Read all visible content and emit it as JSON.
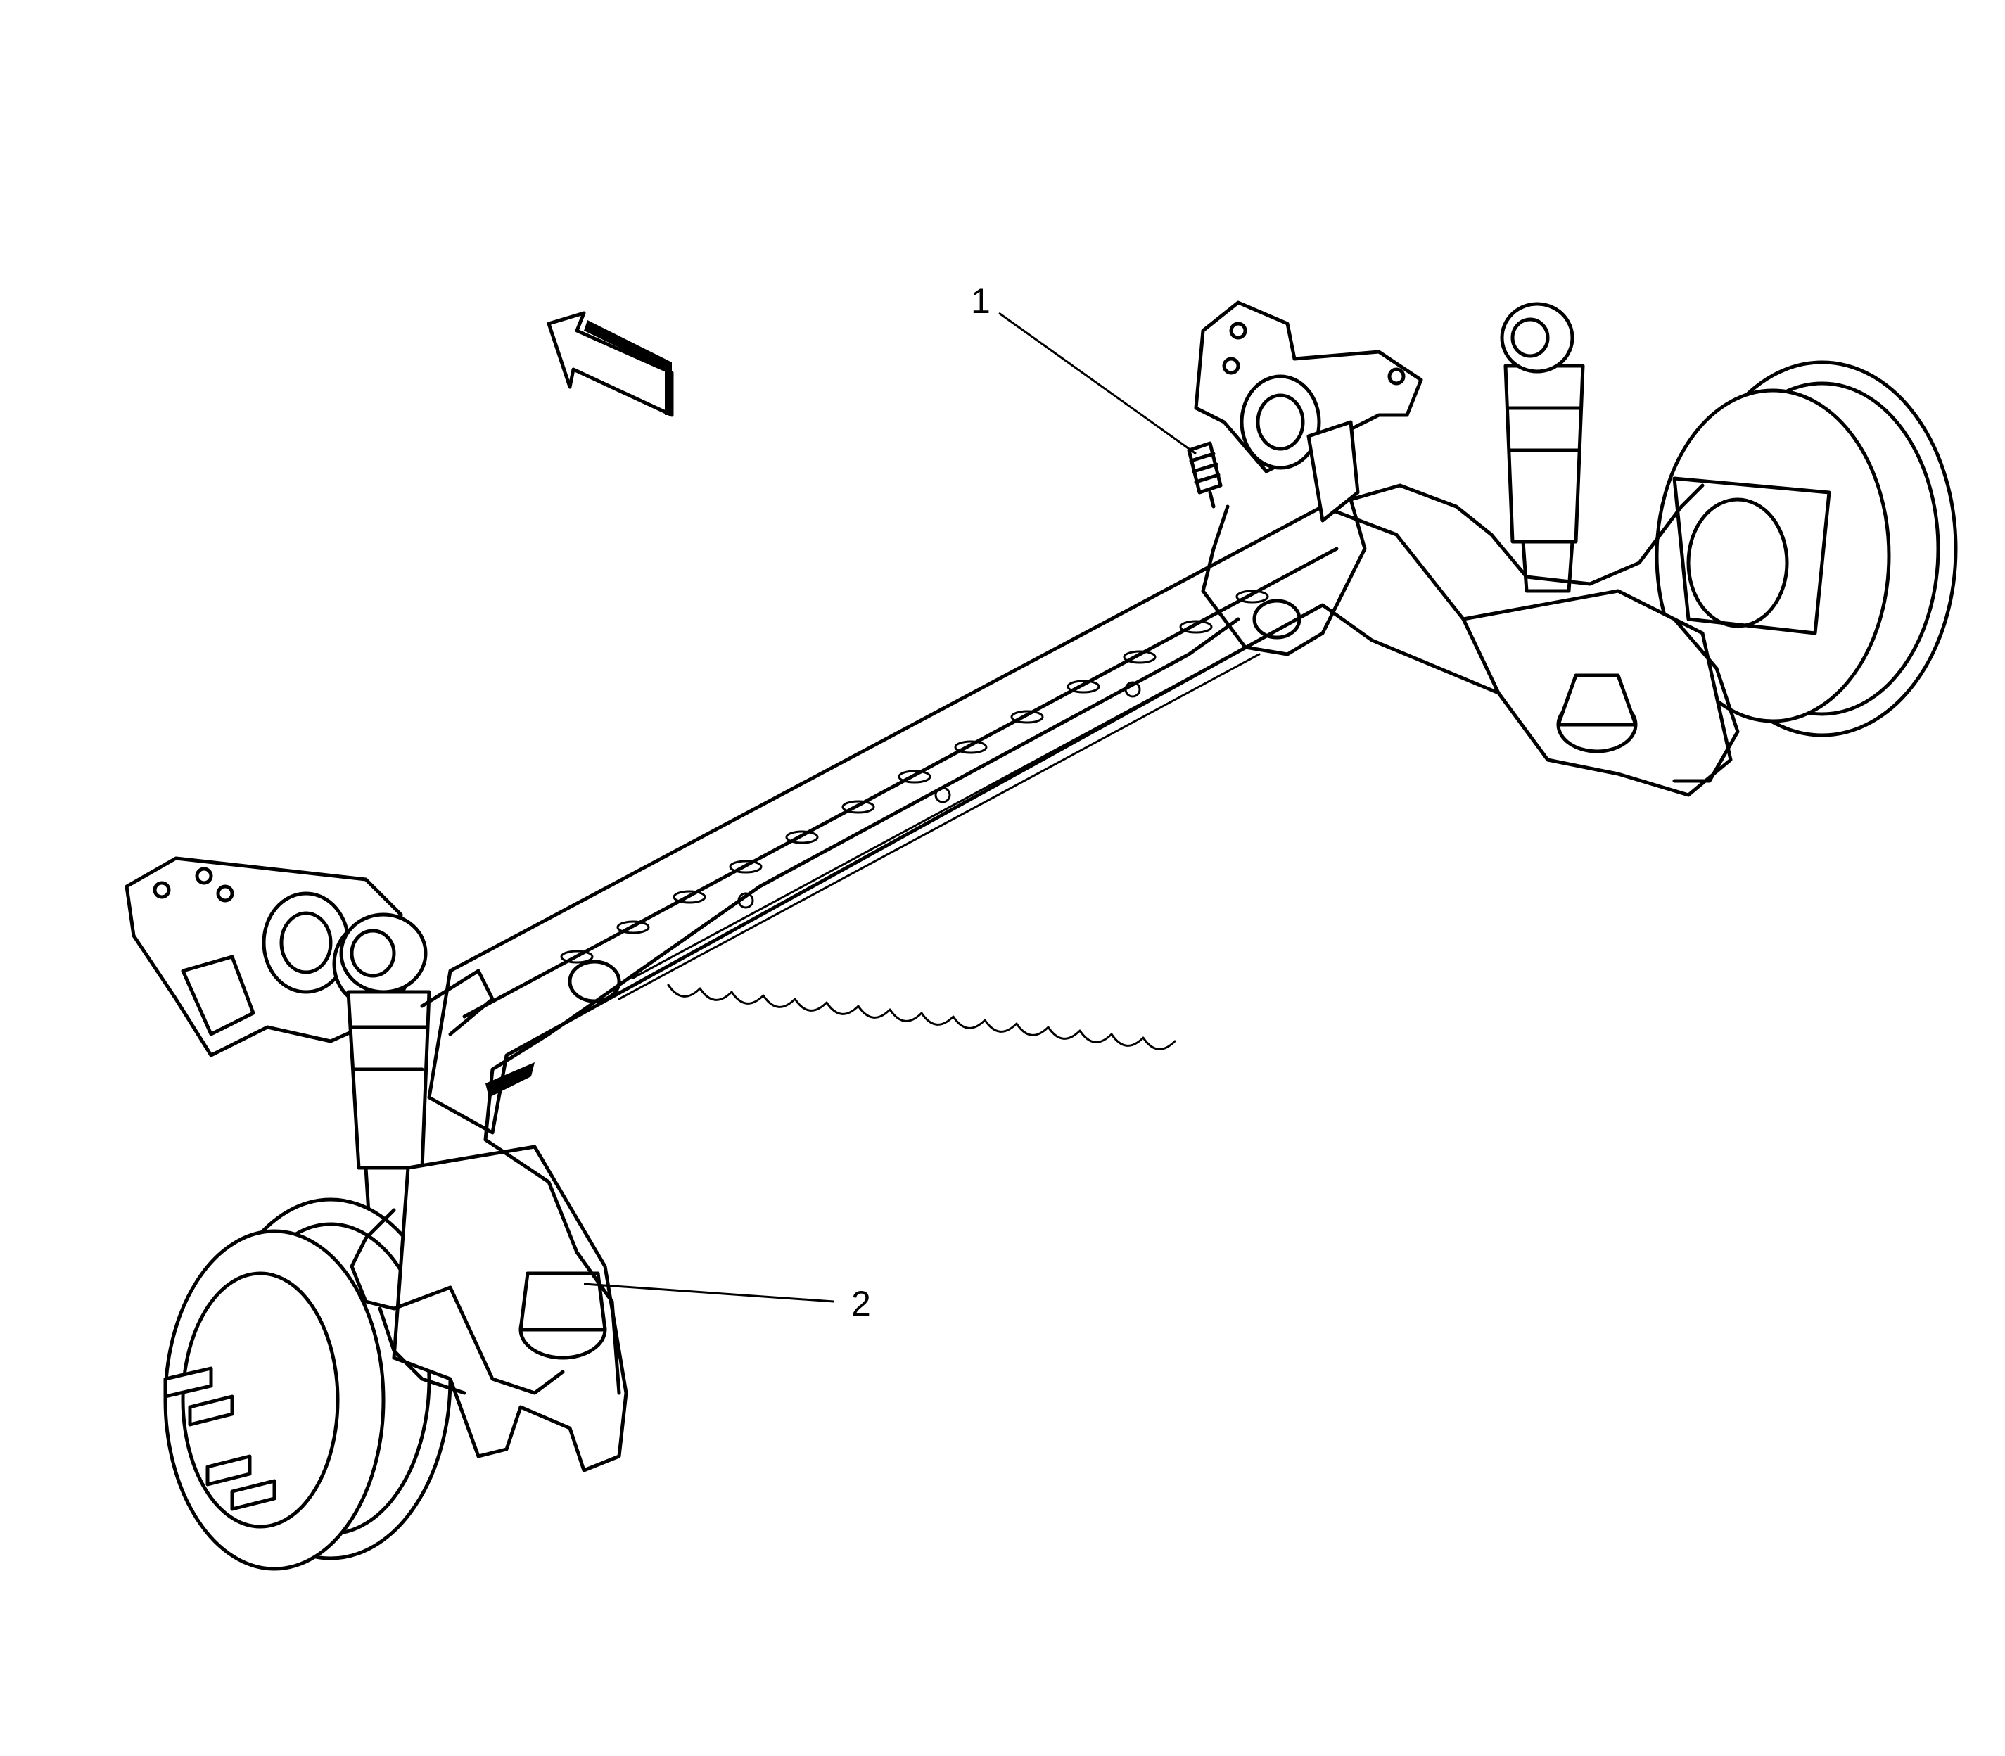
{
  "figure": {
    "subject": "rear-axle-assembly",
    "callouts": [
      {
        "id": "callout-1",
        "label": "1"
      },
      {
        "id": "callout-2",
        "label": "2"
      }
    ],
    "direction_arrow": "front-direction-arrow",
    "colors": {
      "ink": "#000000",
      "paper": "#ffffff"
    }
  }
}
